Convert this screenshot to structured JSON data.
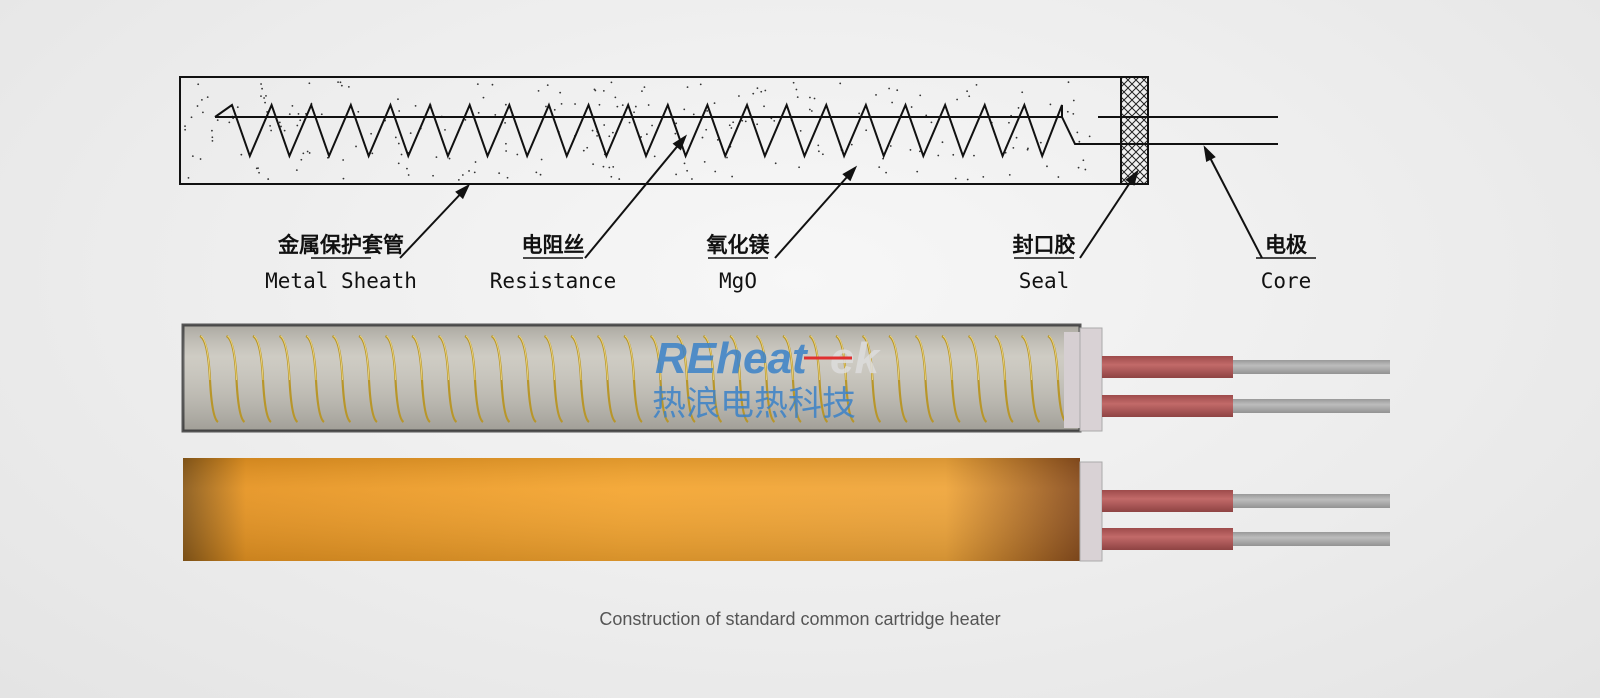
{
  "labels": [
    {
      "zh": "金属保护套管",
      "en": "Metal Sheath"
    },
    {
      "zh": "电阻丝",
      "en": "Resistance"
    },
    {
      "zh": "氧化镁",
      "en": "MgO"
    },
    {
      "zh": "封口胶",
      "en": "Seal"
    },
    {
      "zh": "电极",
      "en": "Core"
    }
  ],
  "watermark": {
    "brand_a": "REheat",
    "brand_b": "ek",
    "brand_zh": "热浪电热科技"
  },
  "caption": "Construction of standard common cartridge heater",
  "colors": {
    "copper": "#b9605f",
    "wire": "#a9a9a9",
    "orange": "#f2a22a",
    "sheath": "#c9c6bd"
  }
}
